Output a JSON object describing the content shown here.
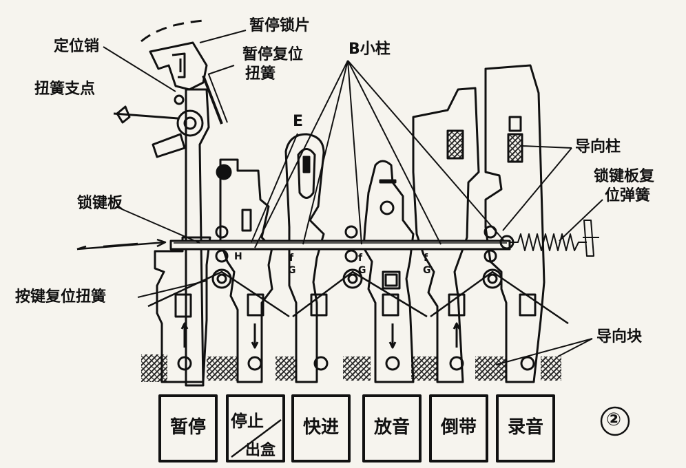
{
  "labels": {
    "pause_lock": "暂停锁片",
    "locating_pin": "定位销",
    "pause_reset_line1": "暂停复位",
    "pause_reset_line2": "扭簧",
    "b_pillar": "B小柱",
    "spring_pivot": "扭簧支点",
    "e": "E",
    "guide_post": "导向柱",
    "lock_plate_spring_line1": "锁键板复",
    "lock_plate_spring_line2": "位弹簧",
    "lock_plate": "锁键板",
    "key_reset_spring": "按键复位扭簧",
    "guide_block": "导向块",
    "figure_number": "②"
  },
  "small_marks": {
    "h": "H",
    "f1": "f",
    "g1": "G",
    "f2": "f",
    "g2": "G",
    "f3": "f",
    "g3": "G"
  },
  "buttons": [
    {
      "label": "暂停"
    },
    {
      "label": "停止",
      "label2": "出盒"
    },
    {
      "label": "快进"
    },
    {
      "label": "放音"
    },
    {
      "label": "倒带"
    },
    {
      "label": "录音"
    }
  ],
  "colors": {
    "ink": "#111111",
    "paper": "#f6f4ee",
    "hatch": "#222222"
  }
}
